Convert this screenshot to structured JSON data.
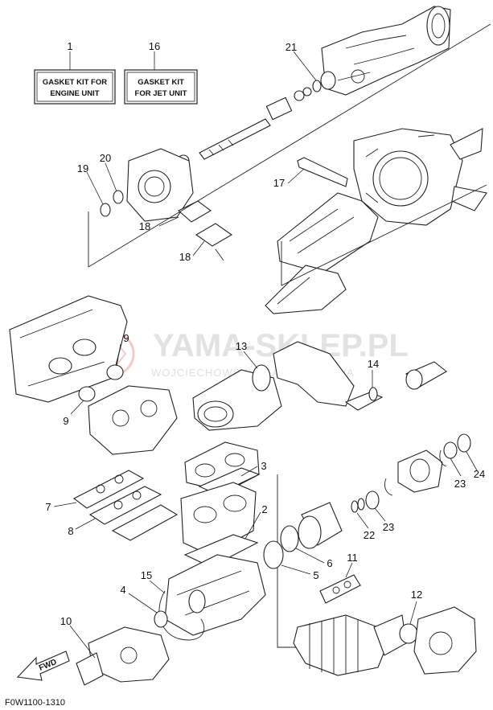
{
  "labels": {
    "l1": "1",
    "l16": "16",
    "l21": "21",
    "l20": "20",
    "l19": "19",
    "l17": "17",
    "l18a": "18",
    "l18b": "18",
    "l9a": "9",
    "l9b": "9",
    "l13": "13",
    "l14": "14",
    "l3": "3",
    "l7": "7",
    "l2": "2",
    "l8": "8",
    "l22": "22",
    "l23a": "23",
    "l23b": "23",
    "l24": "24",
    "l6": "6",
    "l5": "5",
    "l11": "11",
    "l15": "15",
    "l4": "4",
    "l12": "12",
    "l10": "10"
  },
  "kits": {
    "engine_line1": "GASKET KIT FOR",
    "engine_line2": "ENGINE UNIT",
    "jet_line1": "GASKET KIT",
    "jet_line2": "FOR JET UNIT"
  },
  "watermark": {
    "brand": "YAMA-SKLEP.PL",
    "tagline": "WOJCIECHOWSKI DEALER YAMAHA"
  },
  "fwd_label": "FWD",
  "diagram_code": "F0W1100-1310",
  "colors": {
    "line": "#222222",
    "watermark": "#e2e2e2",
    "logo": "#e8a0a0"
  }
}
